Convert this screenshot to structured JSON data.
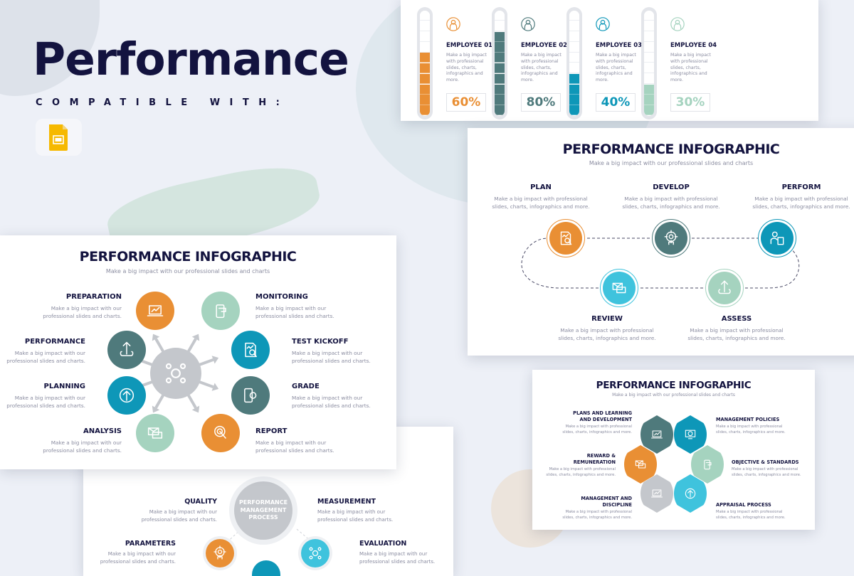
{
  "hero": {
    "title": "Performance",
    "compatible": "COMPATIBLE WITH:",
    "app_icon": "google-slides-icon"
  },
  "colors": {
    "navy": "#13133f",
    "orange": "#e98f34",
    "teal": "#4f7a7c",
    "blue": "#0e97b8",
    "mint": "#a5d3bf",
    "sky": "#3fc3dd",
    "gray": "#c4c7cc",
    "text_gray": "#8a8ca0"
  },
  "employees": [
    {
      "name": "EMPLOYEE 01",
      "desc": [
        "Make a big impact",
        "with professional",
        "slides, charts,",
        "infographics and",
        "more."
      ],
      "percent_label": "60%",
      "fill": 0.6,
      "color": "#e98f34"
    },
    {
      "name": "EMPLOYEE 02",
      "desc": [
        "Make a big impact",
        "with professional",
        "slides, charts,",
        "infographics and",
        "more."
      ],
      "percent_label": "80%",
      "fill": 0.8,
      "color": "#4f7a7c"
    },
    {
      "name": "EMPLOYEE 03",
      "desc": [
        "Make a big impact",
        "with professional",
        "slides, charts,",
        "infographics and",
        "more."
      ],
      "percent_label": "40%",
      "fill": 0.4,
      "color": "#0e97b8"
    },
    {
      "name": "EMPLOYEE 04",
      "desc": [
        "Make a big impact",
        "with professional",
        "slides, charts,",
        "infographics and",
        "more."
      ],
      "percent_label": "30%",
      "fill": 0.3,
      "color": "#a5d3bf"
    }
  ],
  "cycle": {
    "title": "PERFORMANCE INFOGRAPHIC",
    "subtitle": "Make a big impact with our professional slides and charts",
    "steps": [
      {
        "label": "PLAN",
        "desc": [
          "Make a big impact with professional",
          "slides, charts, infographics and more."
        ],
        "color": "#e98f34",
        "icon": "report-search-icon"
      },
      {
        "label": "DEVELOP",
        "desc": [
          "Make a big impact with professional",
          "slides, charts, infographics and more."
        ],
        "color": "#4f7a7c",
        "icon": "target-person-icon"
      },
      {
        "label": "PERFORM",
        "desc": [
          "Make a big impact with professional",
          "slides, charts, infographics and more."
        ],
        "color": "#0e97b8",
        "icon": "person-clipboard-icon"
      },
      {
        "label": "ASSESS",
        "desc": [
          "Make a big impact with professional",
          "slides, charts, infographics and more."
        ],
        "color": "#a5d3bf",
        "icon": "growth-brain-icon"
      },
      {
        "label": "REVIEW",
        "desc": [
          "Make a big impact with professional",
          "slides, charts, infographics and more."
        ],
        "color": "#3fc3dd",
        "icon": "envelope-gear-icon"
      }
    ]
  },
  "radial": {
    "title": "PERFORMANCE INFOGRAPHIC",
    "subtitle": "Make a big impact with our professional slides and charts",
    "center_icon": "team-target-icon",
    "items": [
      {
        "label": "PREPARATION",
        "desc": [
          "Make a big impact with our",
          "professional slides and charts."
        ],
        "color": "#e98f34",
        "icon": "laptop-chart-icon"
      },
      {
        "label": "MONITORING",
        "desc": [
          "Make a big impact with our",
          "professional slides and charts."
        ],
        "color": "#a5d3bf",
        "icon": "phone-chat-icon"
      },
      {
        "label": "PERFORMANCE",
        "desc": [
          "Make a big impact with our",
          "professional slides and charts."
        ],
        "color": "#4f7a7c",
        "icon": "growth-brain-icon"
      },
      {
        "label": "TEST KICKOFF",
        "desc": [
          "Make a big impact with our",
          "professional slides and charts."
        ],
        "color": "#0e97b8",
        "icon": "report-search-icon"
      },
      {
        "label": "PLANNING",
        "desc": [
          "Make a big impact with our",
          "professional slides and charts."
        ],
        "color": "#0e97b8",
        "icon": "arrow-up-circle-icon"
      },
      {
        "label": "GRADE",
        "desc": [
          "Make a big impact with our",
          "professional slides and charts."
        ],
        "color": "#4f7a7c",
        "icon": "phone-gear-icon"
      },
      {
        "label": "ANALYSIS",
        "desc": [
          "Make a big impact with our",
          "professional slides and charts."
        ],
        "color": "#a5d3bf",
        "icon": "envelopes-icon"
      },
      {
        "label": "REPORT",
        "desc": [
          "Make a big impact with our",
          "professional slides and charts."
        ],
        "color": "#e98f34",
        "icon": "touch-hand-icon"
      }
    ]
  },
  "process": {
    "center_label": [
      "PERFORMANCE",
      "MANAGEMENT",
      "PROCESS"
    ],
    "items": [
      {
        "label": "QUALITY",
        "desc": [
          "Make a big impact with our",
          "professional slides and charts."
        ]
      },
      {
        "label": "MEASUREMENT",
        "desc": [
          "Make a big impact with our",
          "professional slides and charts."
        ]
      },
      {
        "label": "PARAMETERS",
        "desc": [
          "Make a big impact with our",
          "professional slides and charts."
        ],
        "color": "#e98f34",
        "icon": "target-person-icon"
      },
      {
        "label": "EVALUATION",
        "desc": [
          "Make a big impact with our",
          "professional slides and charts."
        ],
        "color": "#3fc3dd",
        "icon": "team-icon"
      }
    ]
  },
  "hexagon": {
    "title": "PERFORMANCE INFOGRAPHIC",
    "subtitle": "Make a big impact with our professional slides and charts",
    "items": [
      {
        "label": [
          "PLANS AND LEARNING",
          "AND DEVELOPMENT"
        ],
        "desc": [
          "Make a big impact with professional",
          "slides, charts, infographics and more."
        ],
        "color": "#4f7a7c",
        "icon": "monitor-chart-icon"
      },
      {
        "label": [
          "MANAGEMENT POLICIES"
        ],
        "desc": [
          "Make a big impact with professional",
          "slides, charts, infographics and more."
        ],
        "color": "#0e97b8",
        "icon": "globe-monitor-icon"
      },
      {
        "label": [
          "REWARD &",
          "REMUNERATION"
        ],
        "desc": [
          "Make a big impact with professional",
          "slides, charts, infographics and more."
        ],
        "color": "#e98f34",
        "icon": "envelopes-icon"
      },
      {
        "label": [
          "OBJECTIVE & STANDARDS"
        ],
        "desc": [
          "Make a big impact with professional",
          "slides, charts, infographics and more."
        ],
        "color": "#a5d3bf",
        "icon": "phone-chart-icon"
      },
      {
        "label": [
          "MANAGEMENT AND",
          "DISCIPLINE"
        ],
        "desc": [
          "Make a big impact with professional",
          "slides, charts, infographics and more."
        ],
        "color": "#c4c7cc",
        "icon": "laptop-chart-icon"
      },
      {
        "label": [
          "APPRAISAL PROCESS"
        ],
        "desc": [
          "Make a big impact with professional",
          "slides, charts, infographics and more."
        ],
        "color": "#3fc3dd",
        "icon": "arrow-up-circle-icon"
      }
    ]
  }
}
